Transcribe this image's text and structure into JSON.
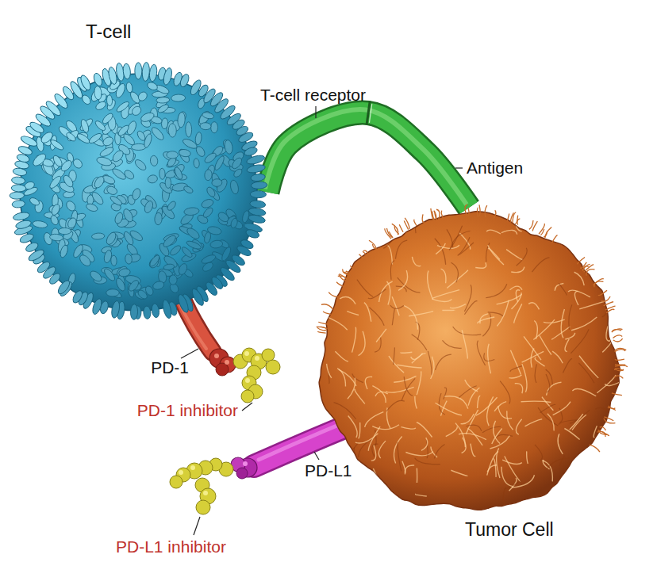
{
  "diagram": {
    "nodes": [
      {
        "text": [
          "T-cell"
        ]
      },
      {
        "text": [
          "Tumor Cell"
        ]
      }
    ],
    "edges": [
      {
        "from": 0,
        "to": 1,
        "arrow": "none"
      }
    ],
    "labels": [
      "T-cell receptor",
      "Antigen",
      "PD-1",
      "PD-1 inhibitor",
      "PD-L1",
      "PD-L1 inhibitor"
    ]
  }
}
